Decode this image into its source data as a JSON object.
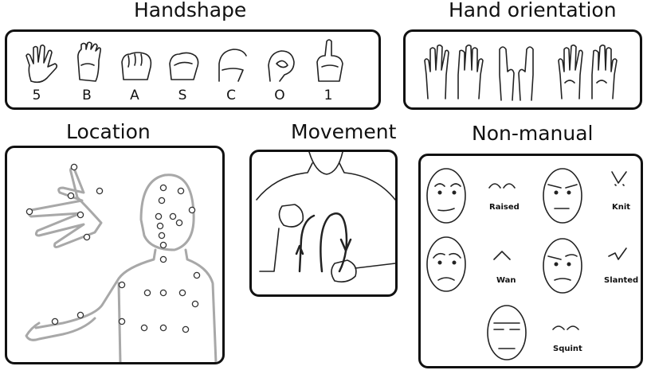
{
  "titles": {
    "handshape": "Handshape",
    "hand_orientation": "Hand orientation",
    "location": "Location",
    "movement": "Movement",
    "non_manual": "Non-manual"
  },
  "handshapes": [
    "5",
    "B",
    "A",
    "S",
    "C",
    "O",
    "1"
  ],
  "non_manual": {
    "raised": "Raised",
    "knit": "Knit",
    "wan": "Wan",
    "slanted": "Slanted",
    "squint": "Squint"
  }
}
